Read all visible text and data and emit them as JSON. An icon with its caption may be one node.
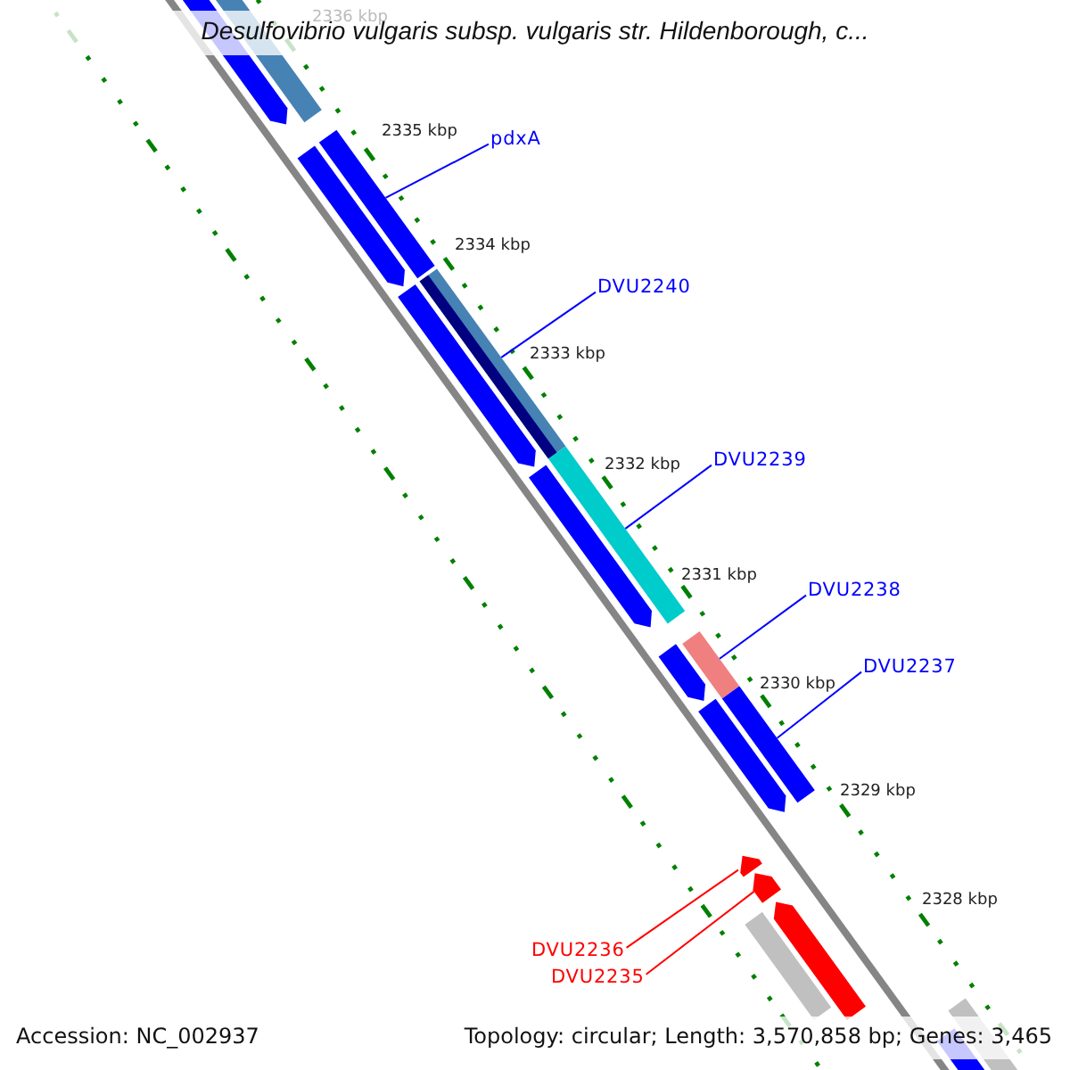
{
  "diagram": {
    "title": "Desulfovibrio vulgaris subsp. vulgaris str. Hildenborough, c...",
    "nodes": [
      {
        "text": [
          "pdxA"
        ]
      },
      {
        "text": [
          "DVU2240"
        ]
      },
      {
        "text": [
          "DVU2239"
        ]
      },
      {
        "text": [
          "DVU2238"
        ]
      },
      {
        "text": [
          "DVU2237"
        ]
      },
      {
        "text": [
          "DVU2236"
        ]
      },
      {
        "text": [
          "DVU2235"
        ]
      },
      {
        "text": [],
        "shape": "bar"
      },
      {
        "text": [],
        "shape": "bar"
      },
      {
        "text": [],
        "shape": "bar"
      },
      {
        "text": [],
        "shape": "bar"
      },
      {
        "text": [],
        "shape": "bar"
      },
      {
        "text": [],
        "shape": "bar"
      },
      {
        "text": [],
        "shape": "bar"
      },
      {
        "text": [],
        "shape": "bar"
      },
      {
        "text": [],
        "shape": "bar"
      },
      {
        "text": [],
        "shape": "bar"
      },
      {
        "text": [],
        "shape": "bar"
      },
      {
        "text": [],
        "shape": "bar"
      },
      {
        "text": [],
        "shape": "bar"
      },
      {
        "text": [],
        "shape": "bar"
      },
      {
        "text": [],
        "shape": "bar"
      },
      {
        "text": [],
        "shape": "bar"
      },
      {
        "text": [],
        "shape": "bar"
      },
      {
        "text": [],
        "shape": "bar"
      }
    ],
    "edges": [
      {
        "from": 0,
        "to": 10,
        "arrow": "none"
      },
      {
        "from": 1,
        "to": 12,
        "arrow": "none"
      },
      {
        "from": 2,
        "to": 13,
        "arrow": "none"
      },
      {
        "from": 3,
        "to": 16,
        "arrow": "none"
      },
      {
        "from": 4,
        "to": 18,
        "arrow": "none"
      },
      {
        "from": 5,
        "to": 19,
        "arrow": "none",
        "color": "#ff0000"
      },
      {
        "from": 6,
        "to": 20,
        "arrow": "none",
        "color": "#ff0000"
      }
    ],
    "labels": [
      "2336 kbp",
      "2335 kbp",
      "2334 kbp",
      "2333 kbp",
      "2332 kbp",
      "2331 kbp",
      "2330 kbp",
      "2329 kbp",
      "2328 kbp",
      "Accession: NC_002937",
      "Topology: circular; Length: 3,570,858 bp; Genes: 3,465"
    ]
  }
}
